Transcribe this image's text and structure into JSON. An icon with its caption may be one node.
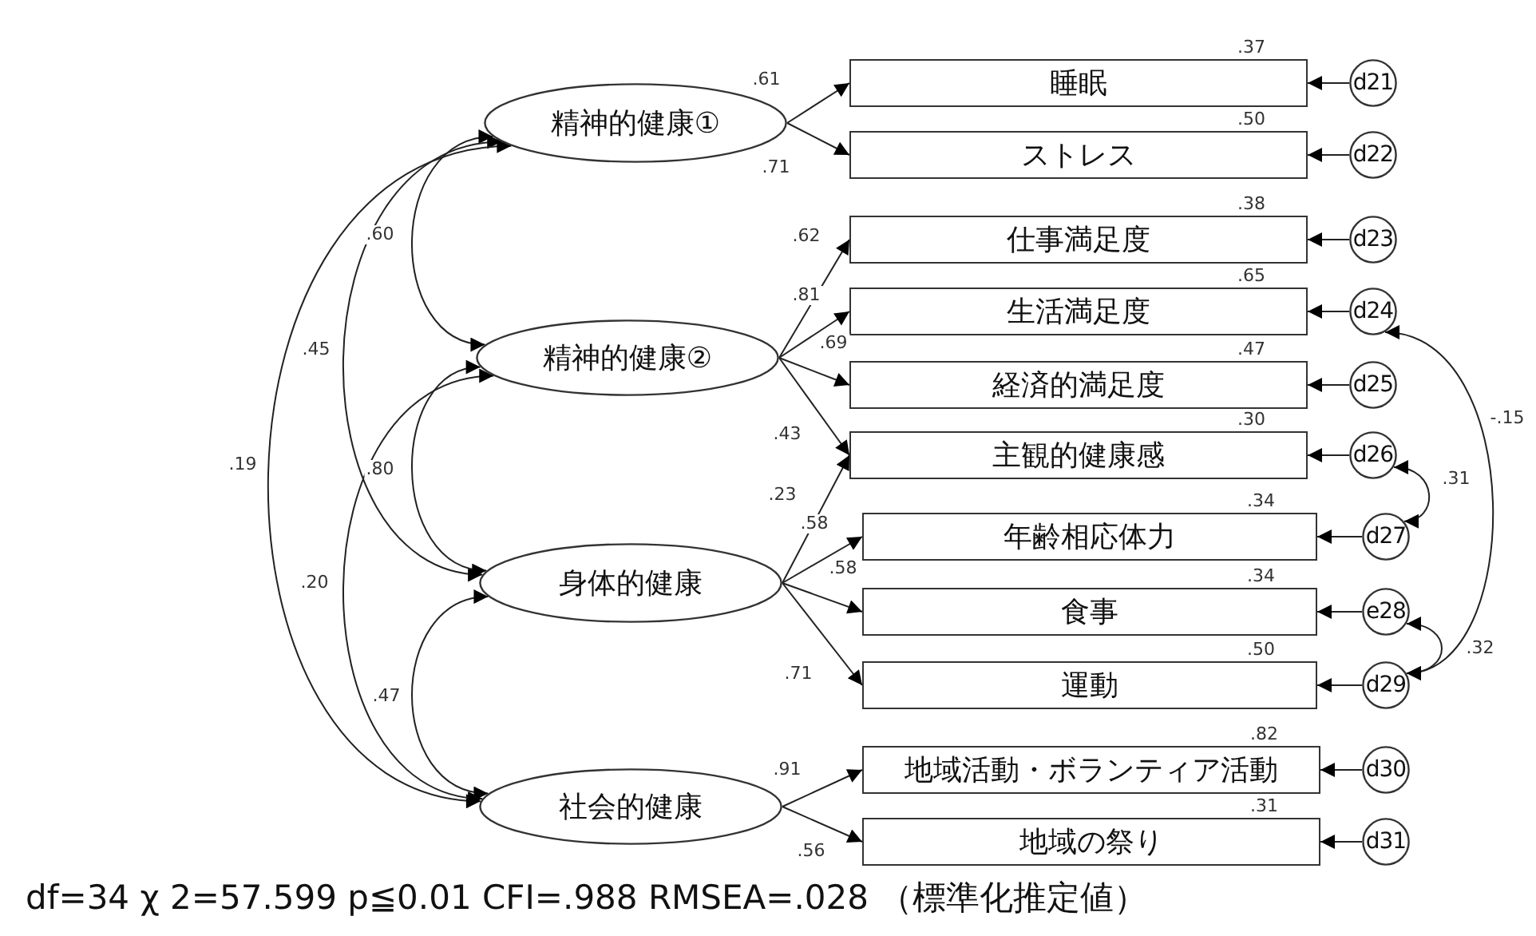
{
  "diagram": {
    "caption": "df=34  χ 2=57.599 p≦0.01 CFI=.988 RMSEA=.028 （標準化推定値）",
    "nodes": [
      {
        "text": [
          "精神的健康①"
        ]
      },
      {
        "text": [
          "精神的健康②"
        ]
      },
      {
        "text": [
          "身体的健康"
        ]
      },
      {
        "text": [
          "社会的健康"
        ]
      },
      {
        "text": [
          "睡眠"
        ],
        "beside": [
          ".37"
        ]
      },
      {
        "text": [
          "ストレス"
        ],
        "beside": [
          ".50"
        ]
      },
      {
        "text": [
          "仕事満足度"
        ],
        "beside": [
          ".38"
        ]
      },
      {
        "text": [
          "生活満足度"
        ],
        "beside": [
          ".65"
        ]
      },
      {
        "text": [
          "経済的満足度"
        ],
        "beside": [
          ".47"
        ]
      },
      {
        "text": [
          "主観的健康感"
        ],
        "beside": [
          ".30"
        ]
      },
      {
        "text": [
          "年齢相応体力"
        ],
        "beside": [
          ".34"
        ]
      },
      {
        "text": [
          "食事"
        ],
        "beside": [
          ".34"
        ]
      },
      {
        "text": [
          "運動"
        ],
        "beside": [
          ".50"
        ]
      },
      {
        "text": [
          "地域活動・ボランティア活動"
        ],
        "beside": [
          ".82"
        ]
      },
      {
        "text": [
          "地域の祭り"
        ],
        "beside": [
          ".31"
        ]
      },
      {
        "text": [
          "d21"
        ]
      },
      {
        "text": [
          "d22"
        ]
      },
      {
        "text": [
          "d23"
        ]
      },
      {
        "text": [
          "d24"
        ]
      },
      {
        "text": [
          "d25"
        ]
      },
      {
        "text": [
          "d26"
        ]
      },
      {
        "text": [
          "d27"
        ]
      },
      {
        "text": [
          "e28"
        ]
      },
      {
        "text": [
          "d29"
        ]
      },
      {
        "text": [
          "d30"
        ]
      },
      {
        "text": [
          "d31"
        ]
      }
    ],
    "edges": [
      {
        "from": 0,
        "to": 4,
        "arrow": "to",
        "label": ".61"
      },
      {
        "from": 0,
        "to": 5,
        "arrow": "to",
        "label": ".71"
      },
      {
        "from": 1,
        "to": 6,
        "arrow": "to",
        "label": ".62"
      },
      {
        "from": 1,
        "to": 7,
        "arrow": "to",
        "label": ".81"
      },
      {
        "from": 1,
        "to": 8,
        "arrow": "to",
        "label": ".69"
      },
      {
        "from": 1,
        "to": 9,
        "arrow": "to",
        "label": ".43"
      },
      {
        "from": 2,
        "to": 9,
        "arrow": "to",
        "label": ".23"
      },
      {
        "from": 2,
        "to": 10,
        "arrow": "to",
        "label": ".58"
      },
      {
        "from": 2,
        "to": 11,
        "arrow": "to",
        "label": ".58"
      },
      {
        "from": 2,
        "to": 12,
        "arrow": "to",
        "label": ".71"
      },
      {
        "from": 3,
        "to": 13,
        "arrow": "to",
        "label": ".91"
      },
      {
        "from": 3,
        "to": 14,
        "arrow": "to",
        "label": ".56"
      },
      {
        "from": 15,
        "to": 4,
        "arrow": "to"
      },
      {
        "from": 16,
        "to": 5,
        "arrow": "to"
      },
      {
        "from": 17,
        "to": 6,
        "arrow": "to"
      },
      {
        "from": 18,
        "to": 7,
        "arrow": "to"
      },
      {
        "from": 19,
        "to": 8,
        "arrow": "to"
      },
      {
        "from": 20,
        "to": 9,
        "arrow": "to"
      },
      {
        "from": 21,
        "to": 10,
        "arrow": "to"
      },
      {
        "from": 22,
        "to": 11,
        "arrow": "to"
      },
      {
        "from": 23,
        "to": 12,
        "arrow": "to"
      },
      {
        "from": 24,
        "to": 13,
        "arrow": "to"
      },
      {
        "from": 25,
        "to": 14,
        "arrow": "to"
      },
      {
        "from": 0,
        "to": 1,
        "arrow": "both",
        "label": ".60"
      },
      {
        "from": 0,
        "to": 2,
        "arrow": "both",
        "label": ".45"
      },
      {
        "from": 0,
        "to": 3,
        "arrow": "both",
        "label": ".19"
      },
      {
        "from": 1,
        "to": 2,
        "arrow": "both",
        "label": ".80"
      },
      {
        "from": 1,
        "to": 3,
        "arrow": "both",
        "label": ".20"
      },
      {
        "from": 2,
        "to": 3,
        "arrow": "both",
        "label": ".47"
      },
      {
        "from": 18,
        "to": 23,
        "arrow": "both",
        "label": "-.15"
      },
      {
        "from": 20,
        "to": 21,
        "arrow": "both",
        "label": ".31"
      },
      {
        "from": 22,
        "to": 23,
        "arrow": "both",
        "label": ".32"
      }
    ]
  }
}
